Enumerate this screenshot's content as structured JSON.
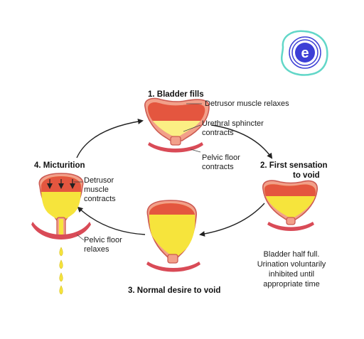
{
  "logo": {
    "letter": "e",
    "icon": "spiral-e-logo"
  },
  "colors": {
    "bladder_wall": "#f2a08a",
    "bladder_outline": "#cc5a52",
    "muscle_top": "#e4563f",
    "urine": "#f6e43c",
    "urine_light": "#fbef84",
    "pelvic_floor": "#d94b57",
    "arrow": "#222222",
    "logo_blue": "#3d3fd6",
    "logo_teal": "#62d7c8"
  },
  "stages": {
    "s1": {
      "title": "1. Bladder fills",
      "labels": [
        "Detrusor muscle relaxes",
        "Urethral sphincter",
        "contracts",
        "Pelvic floor",
        "contracts"
      ]
    },
    "s2": {
      "title_line1": "2. First sensation",
      "title_line2": "to void",
      "note": [
        "Bladder half full.",
        "Urination voluntarily",
        "inhibited until",
        "appropriate time"
      ]
    },
    "s3": {
      "title": "3. Normal desire to void"
    },
    "s4": {
      "title": "4. Micturition",
      "labels": [
        "Detrusor",
        "muscle",
        "contracts",
        "Pelvic floor",
        "relaxes"
      ]
    }
  }
}
